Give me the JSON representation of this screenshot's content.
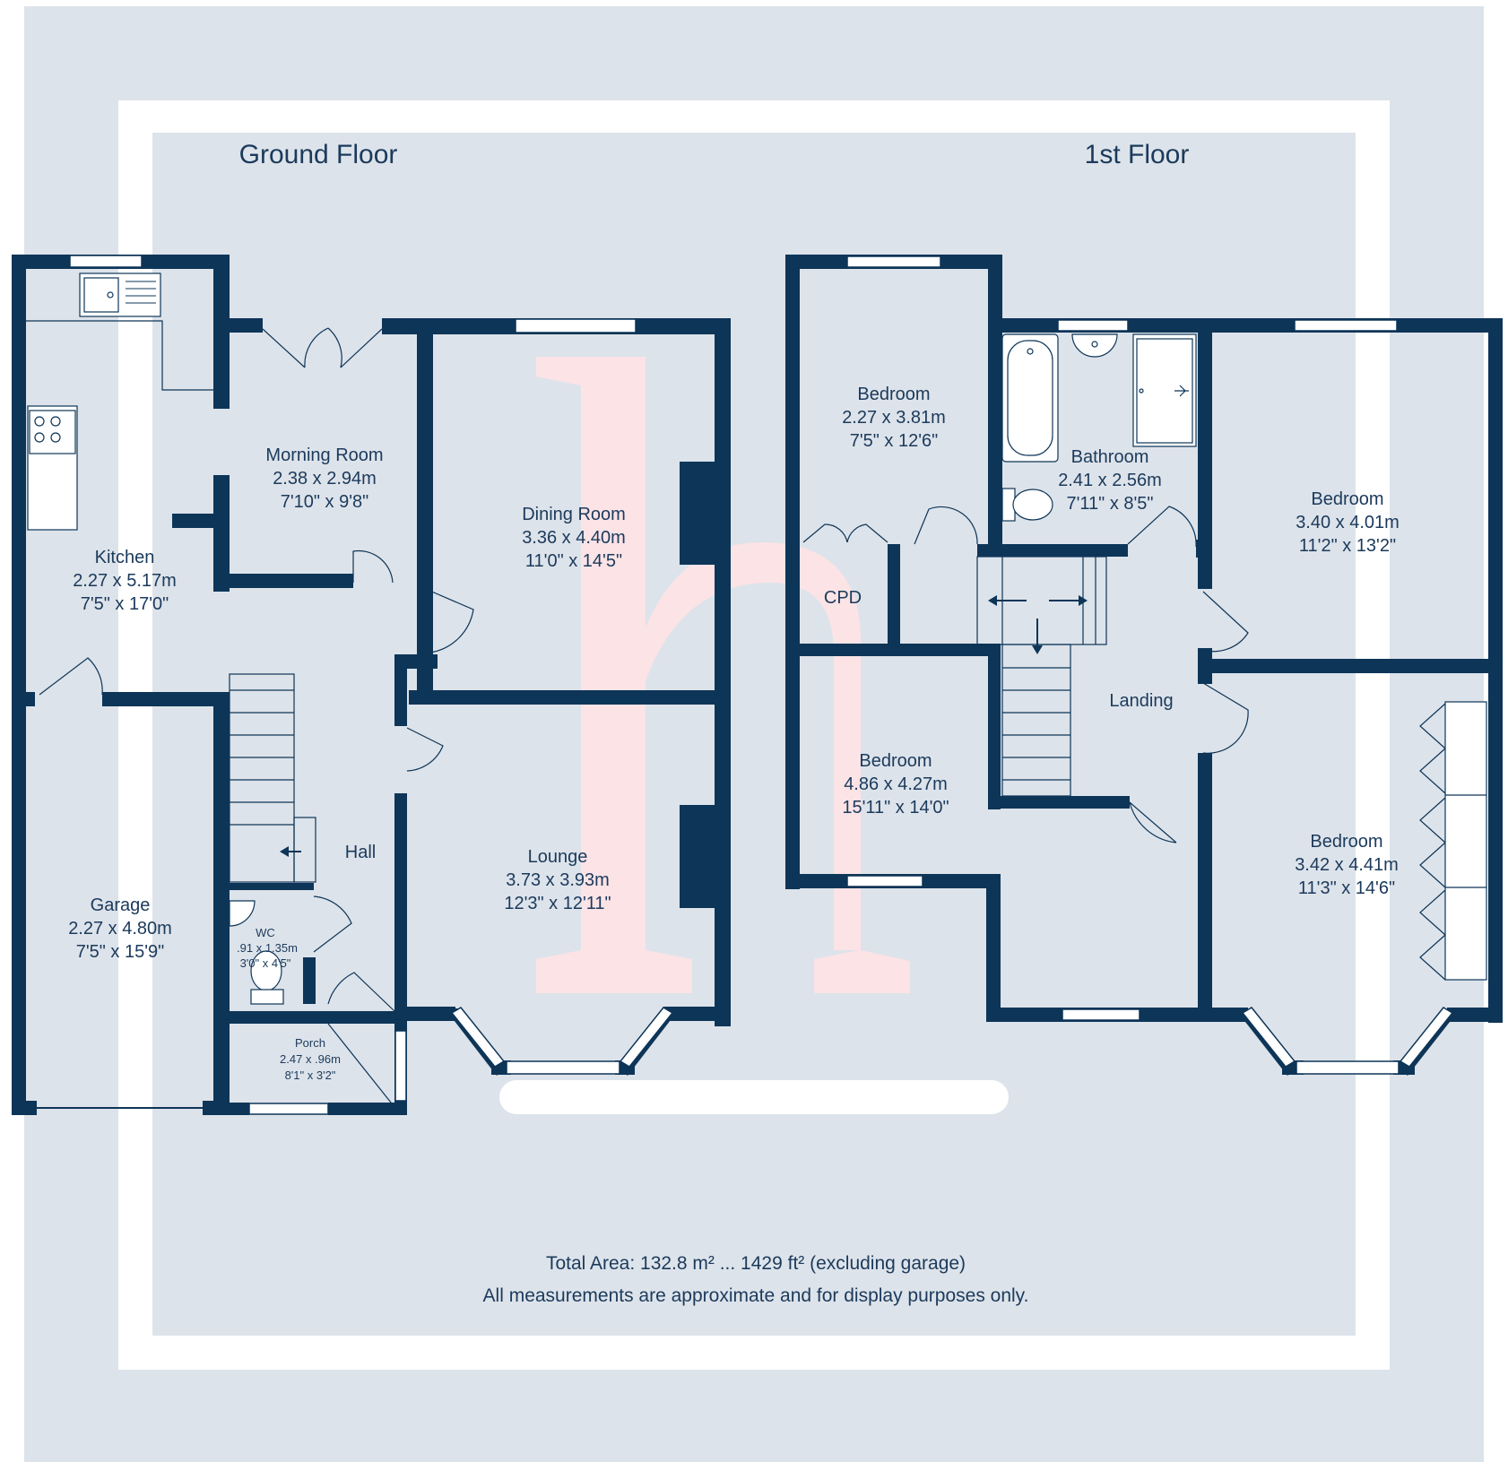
{
  "floors": {
    "ground": {
      "title": "Ground Floor",
      "rooms": {
        "kitchen": {
          "name": "Kitchen",
          "metric": "2.27 x 5.17m",
          "imperial": "7'5\" x 17'0\""
        },
        "morning": {
          "name": "Morning Room",
          "metric": "2.38 x 2.94m",
          "imperial": "7'10\" x 9'8\""
        },
        "dining": {
          "name": "Dining Room",
          "metric": "3.36 x 4.40m",
          "imperial": "11'0\" x 14'5\""
        },
        "hall": {
          "name": "Hall"
        },
        "lounge": {
          "name": "Lounge",
          "metric": "3.73 x 3.93m",
          "imperial": "12'3\" x 12'11\""
        },
        "garage": {
          "name": "Garage",
          "metric": "2.27 x 4.80m",
          "imperial": "7'5\" x 15'9\""
        },
        "wc": {
          "name": "WC",
          "metric": ".91 x 1.35m",
          "imperial": "3'0\" x 4'5\""
        },
        "porch": {
          "name": "Porch",
          "metric": "2.47 x .96m",
          "imperial": "8'1\" x 3'2\""
        }
      }
    },
    "first": {
      "title": "1st Floor",
      "rooms": {
        "bed1": {
          "name": "Bedroom",
          "metric": "2.27 x 3.81m",
          "imperial": "7'5\" x 12'6\""
        },
        "bathroom": {
          "name": "Bathroom",
          "metric": "2.41 x 2.56m",
          "imperial": "7'11\" x 8'5\""
        },
        "bed2": {
          "name": "Bedroom",
          "metric": "3.40 x 4.01m",
          "imperial": "11'2\" x 13'2\""
        },
        "cpd": {
          "name": "CPD"
        },
        "landing": {
          "name": "Landing"
        },
        "bed3": {
          "name": "Bedroom",
          "metric": "4.86 x 4.27m",
          "imperial": "15'11\" x 14'0\""
        },
        "bed4": {
          "name": "Bedroom",
          "metric": "3.42 x 4.41m",
          "imperial": "11'3\" x 14'6\""
        }
      }
    }
  },
  "footer": {
    "total_area": "Total Area: 132.8 m² ... 1429 ft² (excluding garage)",
    "disclaimer": "All measurements are approximate and for display purposes only."
  },
  "colors": {
    "background": "#dde3ea",
    "frame": "#ffffff",
    "wall": "#0d3558",
    "text": "#1b3a5c",
    "watermark": "#fbe3e6"
  }
}
